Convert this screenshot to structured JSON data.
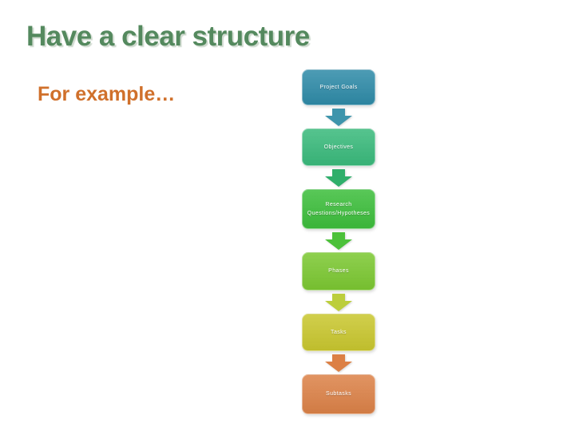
{
  "slide": {
    "title": "Have a clear structure",
    "subtitle": "For example…",
    "colors": {
      "title_text": "#54895E",
      "subtitle_text": "#D0702B",
      "background": "#FFFFFF"
    },
    "flowchart": {
      "type": "vertical-process",
      "direction": "top-down",
      "connector": "block-down-arrow",
      "steps": [
        {
          "label": "Project Goals",
          "box_color": "#2F8BA8",
          "arrow_color": "#3E95AC"
        },
        {
          "label": "Objectives",
          "box_color": "#3ABA7C",
          "arrow_color": "#2FAF6B"
        },
        {
          "label": "Research Questions/Hypotheses",
          "box_color": "#3DBE3C",
          "arrow_color": "#4CC13A"
        },
        {
          "label": "Phases",
          "box_color": "#7CC832",
          "arrow_color": "#BCCE3C"
        },
        {
          "label": "Tasks",
          "box_color": "#C9C72F",
          "arrow_color": "#DC8045"
        },
        {
          "label": "Subtasks",
          "box_color": "#DC8248",
          "arrow_color": null
        }
      ]
    }
  }
}
